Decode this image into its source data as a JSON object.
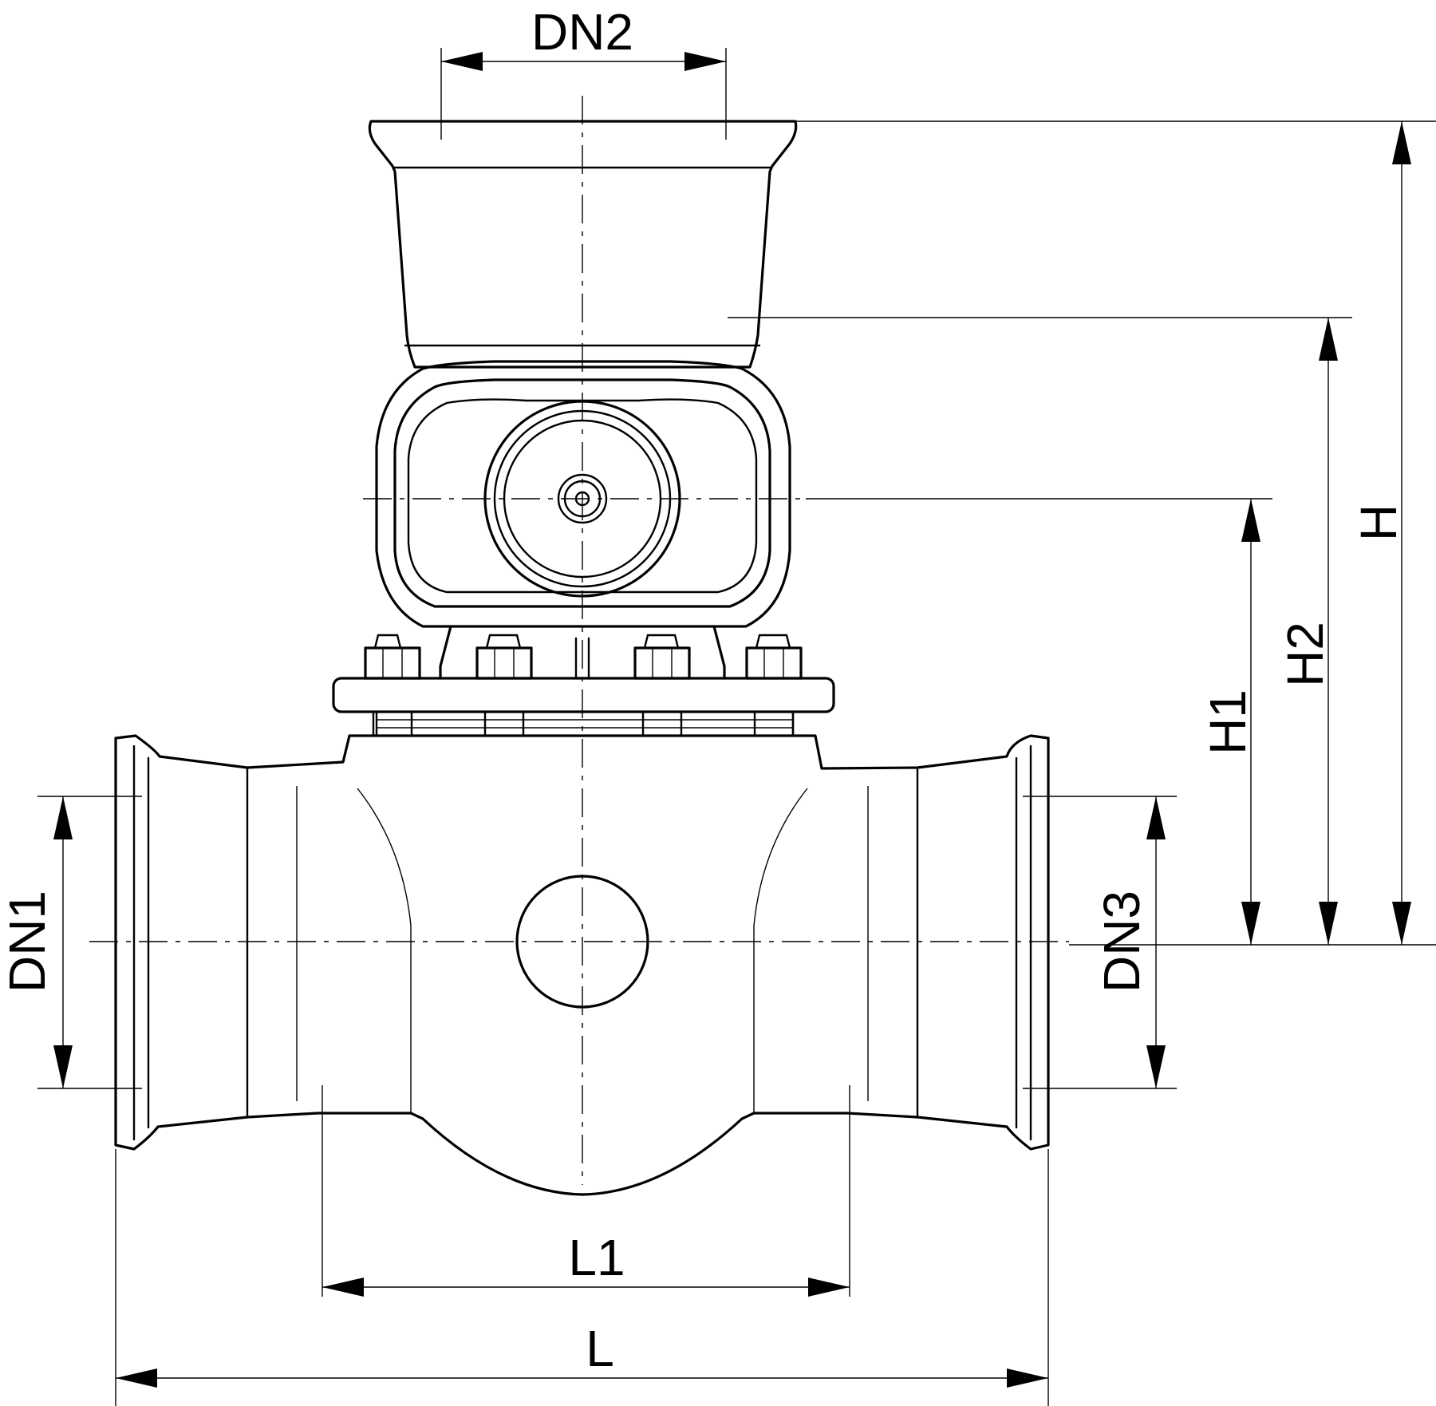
{
  "drawing": {
    "labels": {
      "dn1": "DN1",
      "dn2": "DN2",
      "dn3": "DN3",
      "h": "H",
      "h1": "H1",
      "h2": "H2",
      "l": "L",
      "l1": "L1"
    }
  }
}
